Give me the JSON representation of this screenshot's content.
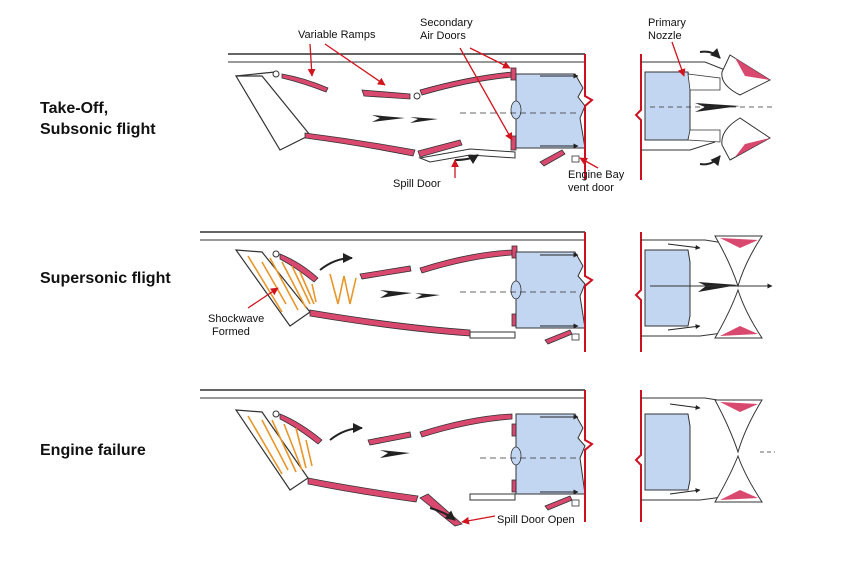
{
  "rows": {
    "takeoff": {
      "line1": "Take-Off,",
      "line2": "Subsonic flight"
    },
    "supersonic": {
      "line1": "Supersonic flight"
    },
    "failure": {
      "line1": "Engine failure"
    }
  },
  "callouts": {
    "variable_ramps": "Variable Ramps",
    "secondary_air_doors_1": "Secondary",
    "secondary_air_doors_2": "Air Doors",
    "primary_nozzle_1": "Primary",
    "primary_nozzle_2": "Nozzle",
    "spill_door": "Spill Door",
    "engine_bay_vent_1": "Engine Bay",
    "engine_bay_vent_2": "vent door",
    "shockwave_1": "Shockwave",
    "shockwave_2": "Formed",
    "spill_door_open": "Spill Door Open"
  },
  "colors": {
    "ramp": "#d9486e",
    "engine": "#c2d6f2",
    "shock": "#e8962a",
    "outline": "#333333",
    "arrow": "#222222",
    "callout_arrow": "#d2141e",
    "firewall": "#cc1020"
  }
}
